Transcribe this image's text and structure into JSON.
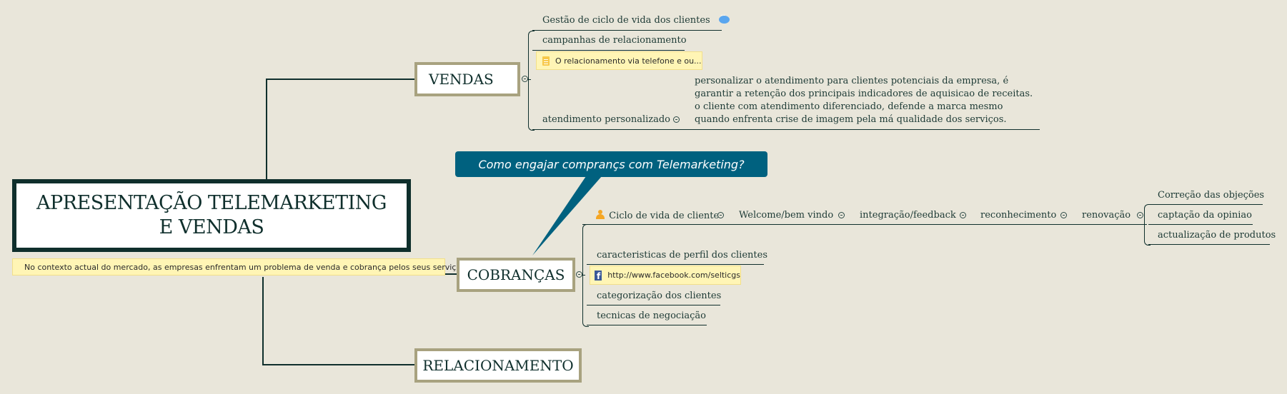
{
  "root": {
    "title_line1": "APRESENTAÇÃO TELEMARKETING",
    "title_line2": "E VENDAS",
    "note": "No contexto actual do mercado, as empresas enfrentam um problema de venda e cobrança pelos seus serviços e."
  },
  "callout": {
    "text": "Como engajar comprançs com Telemarketing?"
  },
  "topics": {
    "vendas": {
      "label": "VENDAS",
      "children": [
        {
          "label": "Gestão de ciclo de vida dos clientes",
          "icon": "comment-icon"
        },
        {
          "label": "campanhas de relacionamento",
          "note": "O relacionamento via telefone e ou..."
        },
        {
          "label": "atendimento personalizado",
          "detail": "personalizar o atendimento para clientes potenciais da empresa, é garantir a retenção dos principais indicadores de aquisicao de receitas. o cliente com atendimento diferenciado, defende a marca mesmo quando enfrenta crise de imagem pela má qualidade dos serviços."
        }
      ]
    },
    "cobrancas": {
      "label": "COBRANÇAS",
      "children": [
        {
          "label": "Ciclo de vida de cliente",
          "icon": "person-icon"
        },
        {
          "label": "caracteristicas de perfil dos clientes",
          "link": "http://www.facebook.com/selticgs"
        },
        {
          "label": "categorização dos clientes"
        },
        {
          "label": "tecnicas de negociação"
        }
      ],
      "chain": [
        "Welcome/bem vindo",
        "integração/feedback",
        "reconhecimento",
        "renovação"
      ],
      "renovacao_children": [
        "Correção das objeções",
        "captação da opiniao",
        "actualização de produtos"
      ]
    },
    "relacionamento": {
      "label": "RELACIONAMENTO"
    }
  },
  "colors": {
    "background": "#e9e6da",
    "root_border": "#0f2f2c",
    "topic_border": "#a8a27f",
    "callout": "#00617f",
    "note_bg": "#fff5b5"
  }
}
